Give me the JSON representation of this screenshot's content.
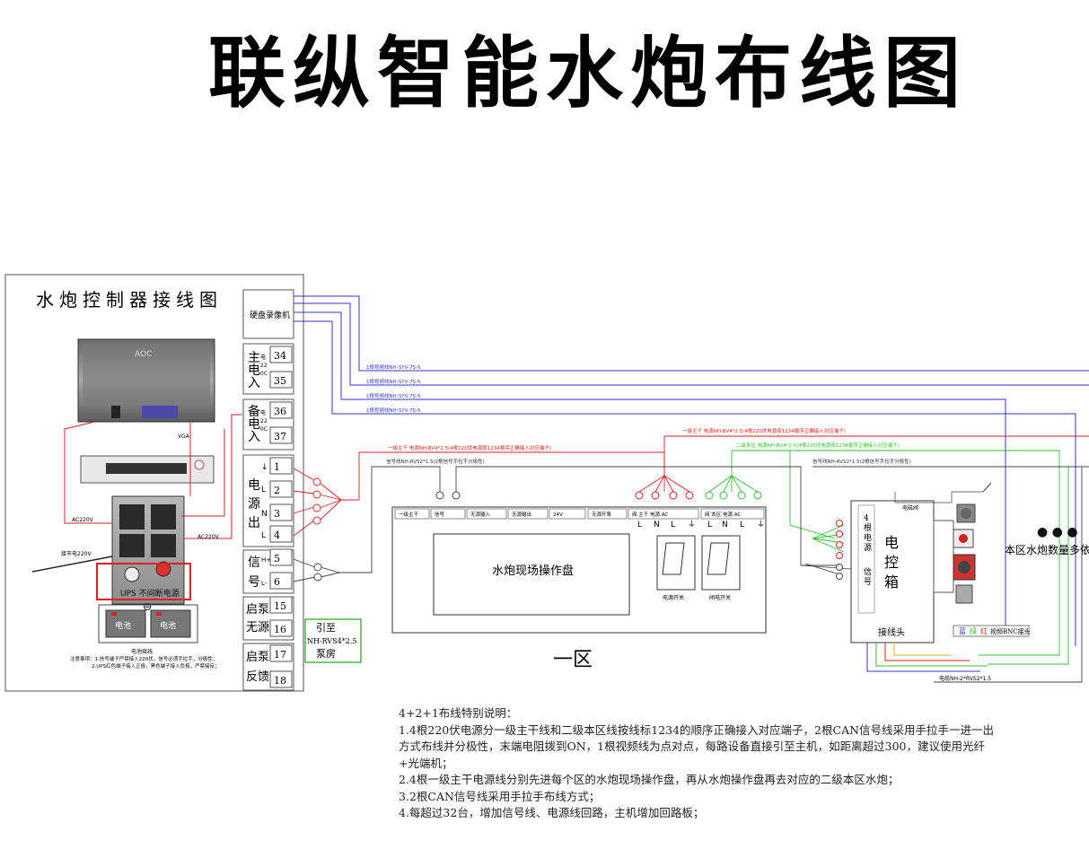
{
  "page_title": "联纵智能水炮布线图",
  "panel": {
    "title": "水炮控制器接线图",
    "dvr_label": "硬盘录像机",
    "ups_label": "UPS 不间断电源",
    "battery_label": "电池",
    "battery_caption": "电池接线",
    "minus_sign": "⊖",
    "city_power": "接市电220V",
    "ac_label": "AC220V",
    "monitor_brand": "AOC",
    "vga_label": "VGA",
    "footnote_1": "注意事项：1.信号端子严禁接入220伏，信号必须手拉手，分极性；",
    "footnote_2": "2.UPS红色端子接入正极，黑色端子接入负极，严禁接反；"
  },
  "terminals": {
    "main_power": "主电入",
    "backup_power": "备电入",
    "power_out": "电源出",
    "signal": "信号",
    "pump_start": "启泵无源",
    "pump_feedback": "启泵反馈",
    "ac_tag": "电220C输入",
    "numbers": [
      "34",
      "35",
      "36",
      "37",
      "1",
      "2",
      "3",
      "4",
      "5",
      "6",
      "15",
      "16",
      "17",
      "18"
    ],
    "power_letters": [
      "↓",
      "L",
      "N",
      "L",
      "↓"
    ],
    "signal_letters": [
      "H+",
      "L-"
    ]
  },
  "pump_room": {
    "line1": "引至",
    "line2": "NH-RVS4*2.5",
    "line3": "泵房"
  },
  "cables": {
    "video": "1根视频线NH-SYV-75-5",
    "main_trunk": "一级主干 电源NH-BV4*2.5(4根220伏电源按1234顺序正确接入对应端子)",
    "main_trunk_2": "一级主干 电源NH-BV4*2.5(4根220伏电源按1234顺序正确接入对应端子)",
    "zone_power": "二级本区 电源NH-BV4*2.5(4根220伏电源按1234顺序正确接入对应端子)",
    "signal_1": "信号线NH-RVS2*1.5(2根信号手拉手分极性)",
    "signal_2": "信号线NH-RVS2*1.5(2根信号手拉手分极性)",
    "cable_bottom": "电缆NH-2*RVS2*1.5"
  },
  "operator_panel": {
    "label": "水炮现场操作盘",
    "zone": "一区",
    "power_switch": "电源开关",
    "valve_switch": "阀电开关",
    "strip_labels": [
      "一级主干",
      "信号",
      "无源输入",
      "无源输出",
      "24V",
      "无源开泵",
      "阀 主干 电源 AC",
      "阀 本区 电源 AC"
    ],
    "lnl_labels": [
      "L",
      "N",
      "L",
      "⏚",
      "L",
      "N",
      "L",
      "⏚"
    ]
  },
  "control_box": {
    "label": "电控箱",
    "power_label": "4根电源",
    "signal_label": "信号",
    "connector_label": "接线头",
    "video_connector": "视频BNC接头",
    "colors": [
      "蓝",
      "绿",
      "红"
    ],
    "top_note": "电磁阀"
  },
  "zone_right": {
    "label": "本区水炮数量多依",
    "dots": "● ● ●"
  },
  "notes": {
    "heading": "4+2+1布线特别说明：",
    "lines": [
      "1.4根220伏电源分一级主干线和二级本区线按线标1234的顺序正确接入对应端子，2根CAN信号线采用手拉手一进一出",
      "方式布线并分极性，末端电阻拨到ON，1根视频线为点对点，每路设备直接引至主机，如距离超过300，建议使用光纤",
      "+光端机；",
      "2.4根一级主干电源线分别先进每个区的水炮现场操作盘，再从水炮操作盘再去对应的二级本区水炮；",
      "3.2根CAN信号线采用手拉手布线方式；",
      "4.每超过32台，增加信号线、电源线回路，主机增加回路板；"
    ]
  },
  "colors": {
    "video_wire": "#3535c8",
    "power_wire": "#d62020",
    "zone_wire": "#2fbf2f",
    "signal_wire": "#444444",
    "pump_box": "#22a022"
  }
}
